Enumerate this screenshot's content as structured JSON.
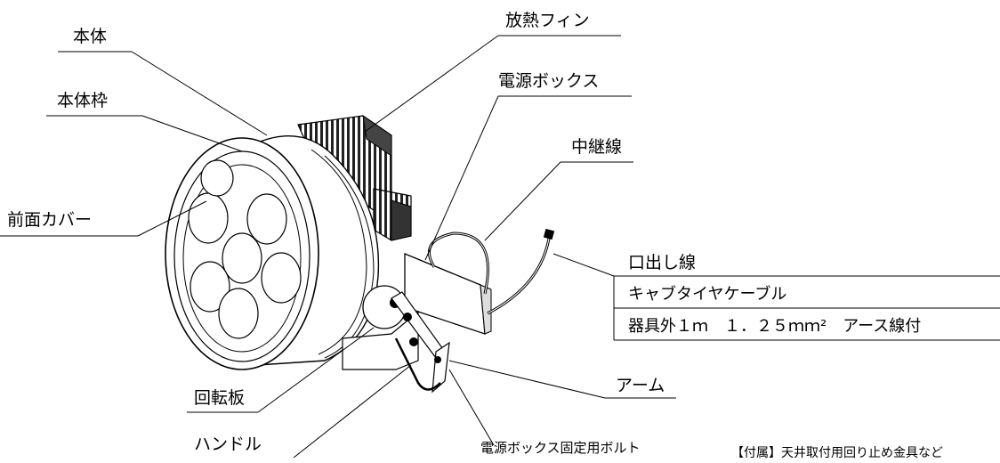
{
  "labels": {
    "body": "本体",
    "body_frame": "本体枠",
    "front_cover": "前面カバー",
    "heat_fin": "放熱フィン",
    "power_box": "電源ボックス",
    "relay_wire": "中継線",
    "lead_wire": "口出し線",
    "cable_type": "キャブタイヤケーブル",
    "cable_spec": "器具外１ｍ　１．２５ｍｍ²　アース線付",
    "arm": "アーム",
    "rotary_plate": "回転板",
    "handle": "ハンドル",
    "box_bolt": "電源ボックス固定用ボルト",
    "footnote": "【付属】天井取付用回り止め金具など"
  }
}
